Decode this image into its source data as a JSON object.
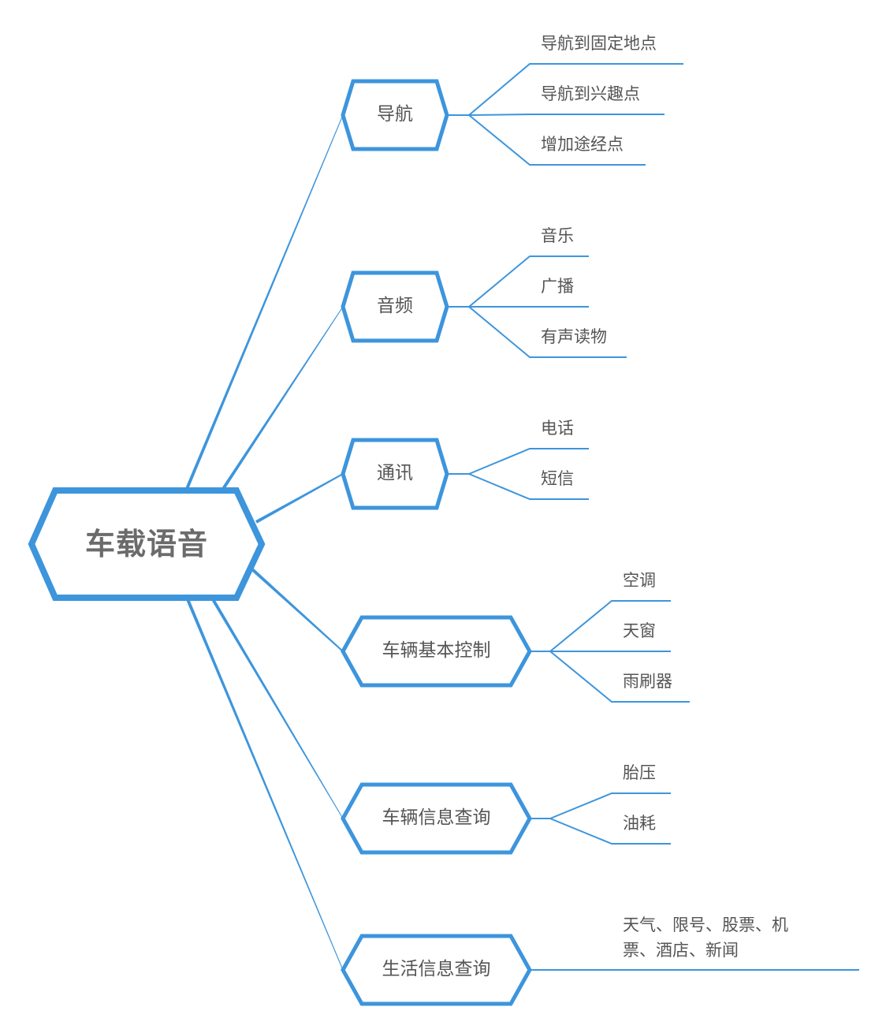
{
  "colors": {
    "accent": "#3d95dc",
    "text": "#555555"
  },
  "root": {
    "label": "车载语音"
  },
  "branches": [
    {
      "label": "导航",
      "leaves": [
        "导航到固定地点",
        "导航到兴趣点",
        "增加途经点"
      ]
    },
    {
      "label": "音频",
      "leaves": [
        "音乐",
        "广播",
        "有声读物"
      ]
    },
    {
      "label": "通讯",
      "leaves": [
        "电话",
        "短信"
      ]
    },
    {
      "label": "车辆基本控制",
      "leaves": [
        "空调",
        "天窗",
        "雨刷器"
      ]
    },
    {
      "label": "车辆信息查询",
      "leaves": [
        "胎压",
        "油耗"
      ]
    },
    {
      "label": "生活信息查询",
      "leaves": [
        "天气、限号、股票、机",
        "票、酒店、新闻"
      ]
    }
  ]
}
